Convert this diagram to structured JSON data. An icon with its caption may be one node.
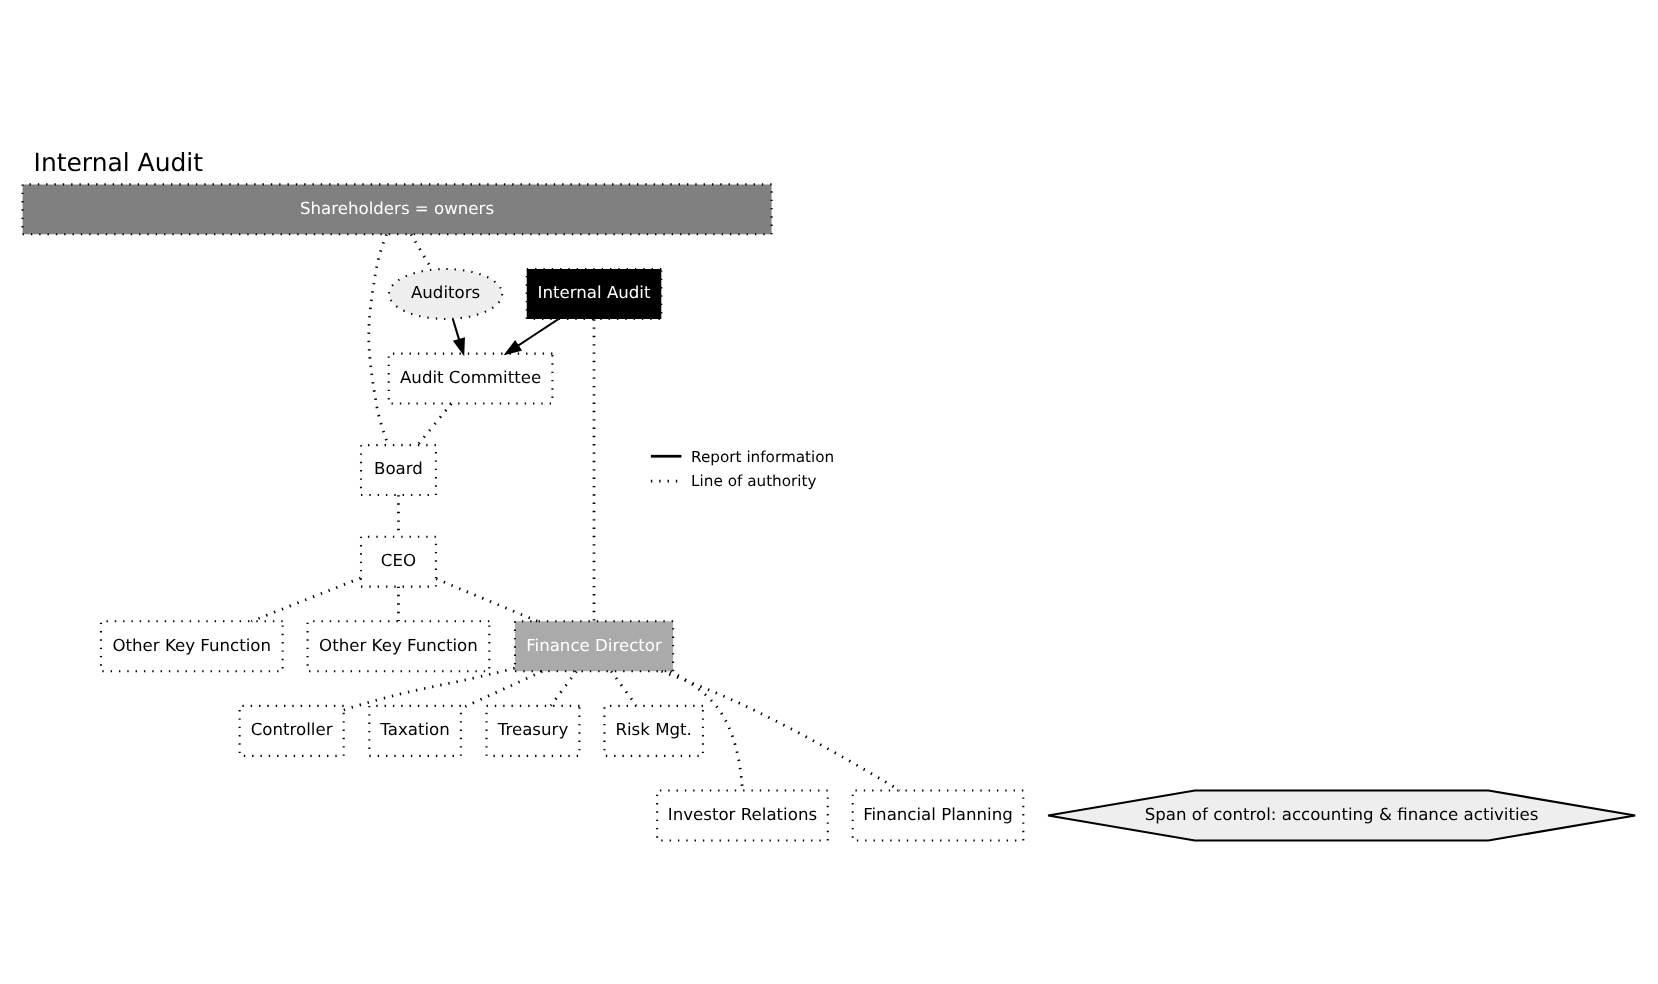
{
  "diagram": {
    "title": "Internal Audit",
    "nodes": [
      {
        "text": [
          "Shareholders = owners"
        ]
      },
      {
        "text": [
          "Audit Committee"
        ]
      },
      {
        "text": [
          "Board"
        ]
      },
      {
        "text": [
          "Auditors"
        ]
      },
      {
        "text": [
          "CEO"
        ]
      },
      {
        "text": [
          "Internal Audit"
        ]
      },
      {
        "text": [
          "Finance Director"
        ]
      },
      {
        "text": [
          "Other Key Function"
        ]
      },
      {
        "text": [
          "Other Key Function"
        ]
      },
      {
        "text": [
          "Controller"
        ]
      },
      {
        "text": [
          "Taxation"
        ]
      },
      {
        "text": [
          "Treasury"
        ]
      },
      {
        "text": [
          "Risk Mgt."
        ]
      },
      {
        "text": [
          "Investor Relations"
        ]
      },
      {
        "text": [
          "Financial Planning"
        ]
      },
      {
        "text": [
          "Span of control: accounting & finance activities"
        ]
      }
    ],
    "edges": [
      {
        "from": 0,
        "to": 3,
        "arrow": "none",
        "style": "dashed"
      },
      {
        "from": 0,
        "to": 2,
        "arrow": "none",
        "style": "dashed"
      },
      {
        "from": 1,
        "to": 2,
        "arrow": "none",
        "style": "dashed"
      },
      {
        "from": 3,
        "to": 1,
        "arrow": "to"
      },
      {
        "from": 5,
        "to": 1,
        "arrow": "to"
      },
      {
        "from": 2,
        "to": 4,
        "arrow": "none",
        "style": "dashed"
      },
      {
        "from": 4,
        "to": 6,
        "arrow": "none",
        "style": "dashed"
      },
      {
        "from": 5,
        "to": 6,
        "arrow": "none",
        "style": "dashed"
      },
      {
        "from": 4,
        "to": 7,
        "arrow": "none",
        "style": "dashed"
      },
      {
        "from": 4,
        "to": 8,
        "arrow": "none",
        "style": "dashed"
      },
      {
        "from": 6,
        "to": 9,
        "arrow": "none",
        "style": "dashed"
      },
      {
        "from": 6,
        "to": 10,
        "arrow": "none",
        "style": "dashed"
      },
      {
        "from": 6,
        "to": 13,
        "arrow": "none",
        "style": "dashed"
      },
      {
        "from": 6,
        "to": 11,
        "arrow": "none",
        "style": "dashed"
      },
      {
        "from": 6,
        "to": 14,
        "arrow": "none",
        "style": "dashed"
      },
      {
        "from": 6,
        "to": 12,
        "arrow": "none",
        "style": "dashed"
      }
    ],
    "legend": [
      {
        "text": "Report information"
      },
      {
        "text": "Line of authority"
      }
    ]
  }
}
